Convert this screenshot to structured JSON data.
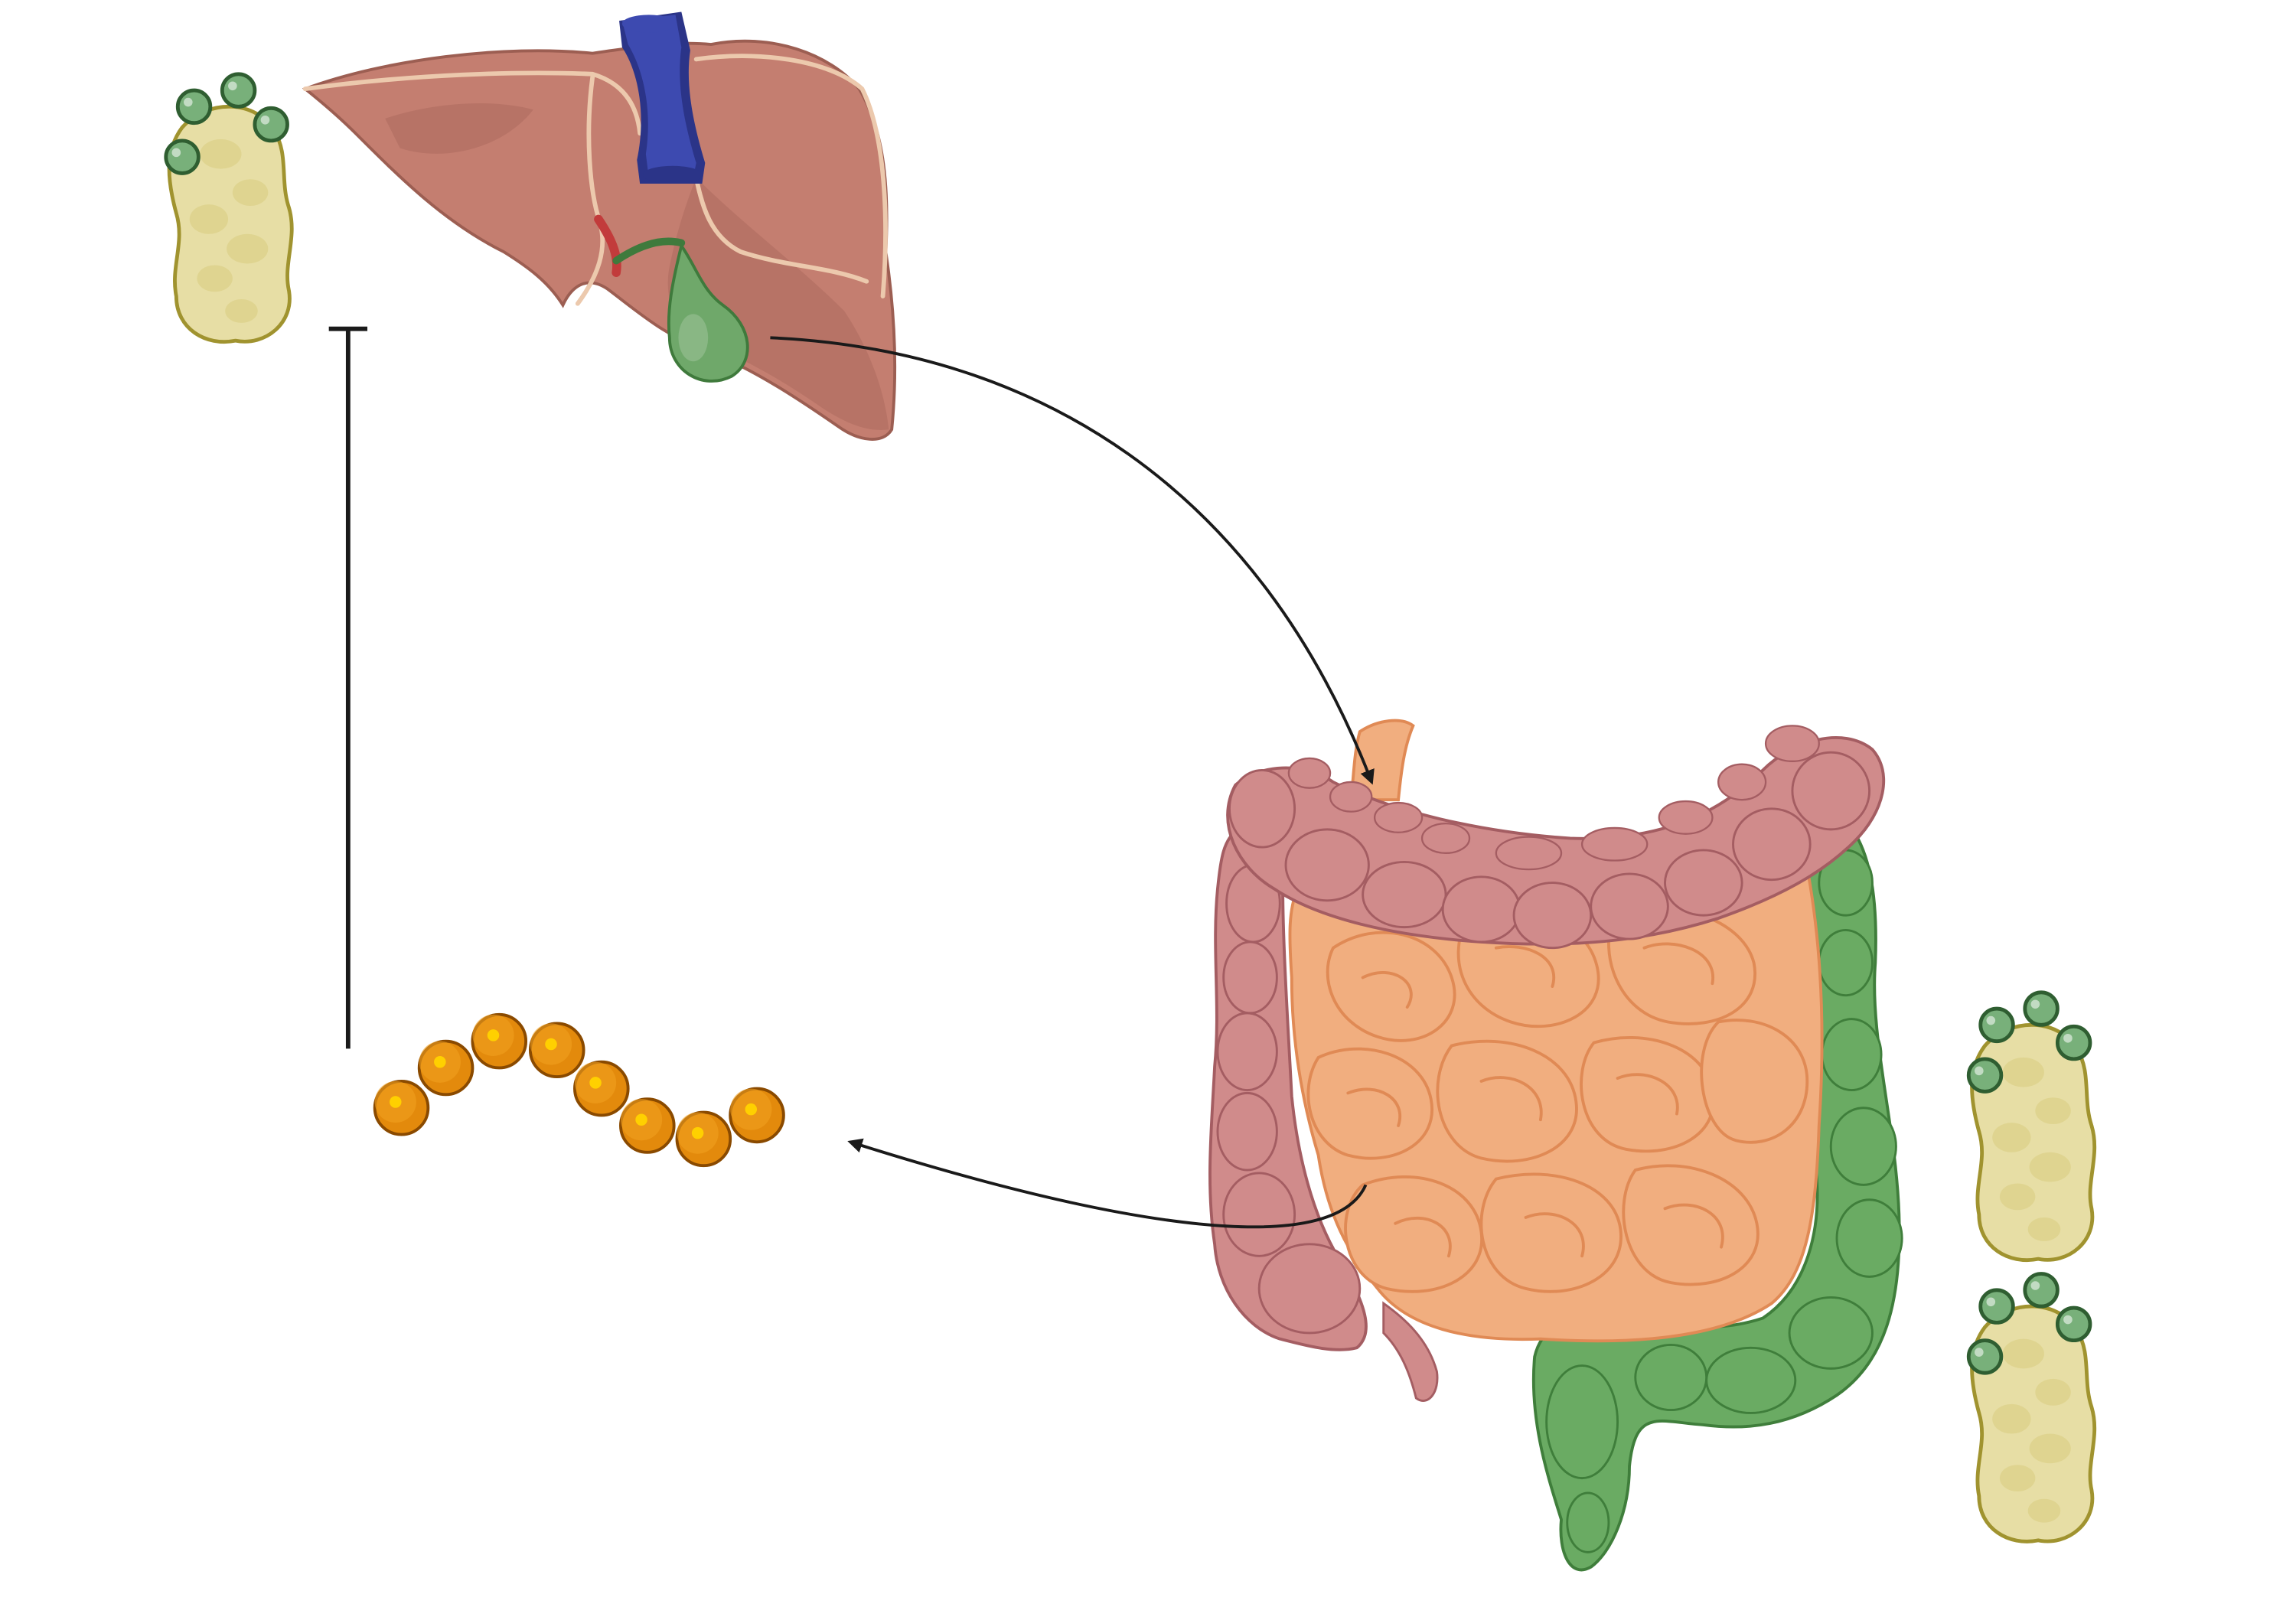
{
  "colors": {
    "background": "#ffffff",
    "liver": "#c47e70",
    "liver_shade": "#a9675b",
    "liver_outline": "#9c5e52",
    "liver_vessel_line": "#ecc9ad",
    "vena_cava": "#3d4ab0",
    "vena_cava_dark": "#2b3488",
    "gallbladder": "#6fa86a",
    "gallbladder_outline": "#3f7a3c",
    "adipocyte": "#e7dea5",
    "adipocyte_outline": "#a0932f",
    "adipocyte_lipid": "#dcd088",
    "green_granule": "#78b07a",
    "green_granule_outline": "#2f5e31",
    "colon": "#d08b8b",
    "colon_outline": "#a45d62",
    "small_intestine": "#f1ae7f",
    "small_intestine_outline": "#e08a55",
    "sigmoid": "#6aab63",
    "sigmoid_outline": "#3f7e3b",
    "bacteria": "#e38a0c",
    "bacteria_outline": "#8a4a00",
    "bacteria_spot": "#ffd000",
    "arrow": "#1a1a1a"
  },
  "icons": {
    "adipocyte_top_left": "adipocyte-cluster-icon",
    "liver": "liver-icon",
    "gallbladder": "gallbladder-icon",
    "intestine": "intestine-icon",
    "bacteria_chain": "bacteria-chain-icon",
    "adipocyte_right_upper": "adipocyte-cluster-icon",
    "adipocyte_right_lower": "adipocyte-cluster-icon"
  },
  "connections": [
    {
      "from": "gallbladder",
      "to": "intestine",
      "type": "activation-arrow"
    },
    {
      "from": "intestine",
      "to": "bacteria_chain",
      "type": "activation-arrow"
    },
    {
      "from": "bacteria_chain",
      "to": "adipocyte_top_left",
      "type": "inhibition-bar"
    }
  ]
}
